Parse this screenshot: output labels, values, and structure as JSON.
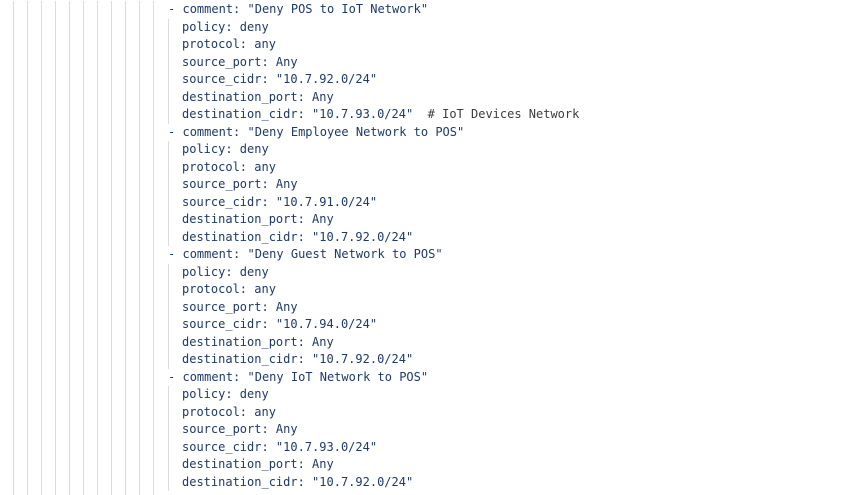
{
  "editor": {
    "language": "yaml",
    "colors": {
      "text": "#1f3a66",
      "comment": "#3d3d3d",
      "indent_guide": "#dcdcdc",
      "background": "#ffffff"
    },
    "rules": [
      {
        "comment_line": "comment: \"Deny POS to IoT Network\"",
        "policy": "policy: deny",
        "protocol": "protocol: any",
        "source_port": "source_port: Any",
        "source_cidr": "source_cidr: \"10.7.92.0/24\"",
        "destination_port": "destination_port: Any",
        "destination_cidr": "destination_cidr: \"10.7.93.0/24\"",
        "trailing_comment": "# IoT Devices Network"
      },
      {
        "comment_line": "comment: \"Deny Employee Network to POS\"",
        "policy": "policy: deny",
        "protocol": "protocol: any",
        "source_port": "source_port: Any",
        "source_cidr": "source_cidr: \"10.7.91.0/24\"",
        "destination_port": "destination_port: Any",
        "destination_cidr": "destination_cidr: \"10.7.92.0/24\""
      },
      {
        "comment_line": "comment: \"Deny Guest Network to POS\"",
        "policy": "policy: deny",
        "protocol": "protocol: any",
        "source_port": "source_port: Any",
        "source_cidr": "source_cidr: \"10.7.94.0/24\"",
        "destination_port": "destination_port: Any",
        "destination_cidr": "destination_cidr: \"10.7.92.0/24\""
      },
      {
        "comment_line": "comment: \"Deny IoT Network to POS\"",
        "policy": "policy: deny",
        "protocol": "protocol: any",
        "source_port": "source_port: Any",
        "source_cidr": "source_cidr: \"10.7.93.0/24\"",
        "destination_port": "destination_port: Any",
        "destination_cidr": "destination_cidr: \"10.7.92.0/24\""
      }
    ],
    "list_marker": "-"
  }
}
